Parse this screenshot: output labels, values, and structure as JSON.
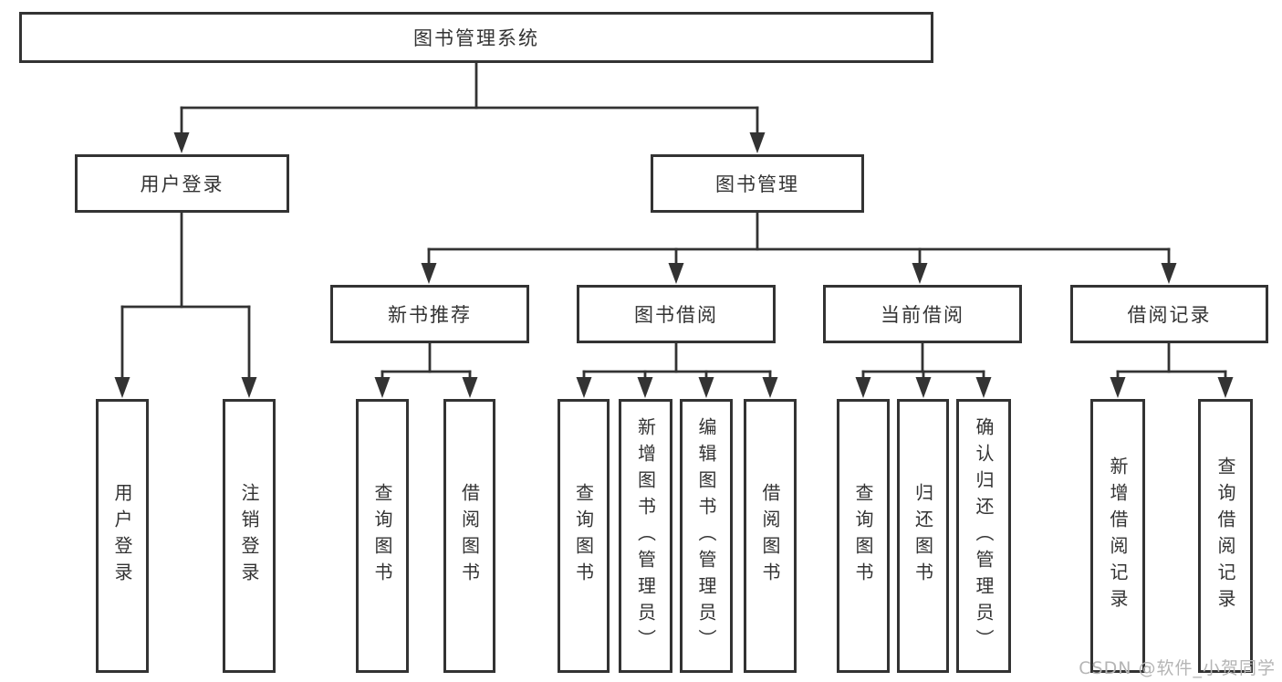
{
  "tree": {
    "root": {
      "label": "图书管理系统",
      "children": [
        {
          "label": "用户登录",
          "children": [
            {
              "label": "用户登录"
            },
            {
              "label": "注销登录"
            }
          ]
        },
        {
          "label": "图书管理",
          "children": [
            {
              "label": "新书推荐",
              "children": [
                {
                  "label": "查询图书"
                },
                {
                  "label": "借阅图书"
                }
              ]
            },
            {
              "label": "图书借阅",
              "children": [
                {
                  "label": "查询图书"
                },
                {
                  "label": "新增图书（管理员）"
                },
                {
                  "label": "编辑图书（管理员）"
                },
                {
                  "label": "借阅图书"
                }
              ]
            },
            {
              "label": "当前借阅",
              "children": [
                {
                  "label": "查询图书"
                },
                {
                  "label": "归还图书"
                },
                {
                  "label": "确认归还（管理员）"
                }
              ]
            },
            {
              "label": "借阅记录",
              "children": [
                {
                  "label": "新增借阅记录"
                },
                {
                  "label": "查询借阅记录"
                }
              ]
            }
          ]
        }
      ]
    }
  },
  "watermark": "CSDN @软件_小贺同学",
  "colors": {
    "line": "#333333",
    "box_border": "#333333",
    "text": "#333333",
    "box_fill": "#ffffff",
    "background": "#ffffff",
    "watermark": "#b5b5b5"
  }
}
